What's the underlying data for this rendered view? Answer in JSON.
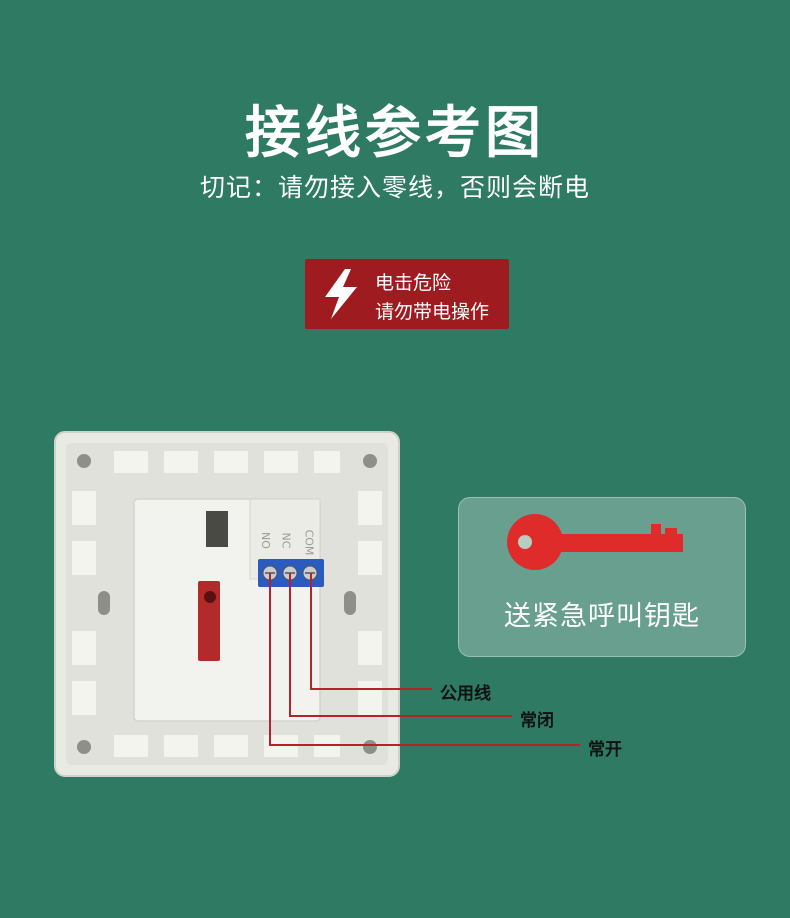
{
  "heading": {
    "title": "接线参考图",
    "subtitle": "切记：请勿接入零线，否则会断电"
  },
  "warning": {
    "line1": "电击危险",
    "line2": "请勿带电操作",
    "icon": "lightning-bolt-icon"
  },
  "key_card": {
    "label": "送紧急呼叫钥匙",
    "icon": "red-key-icon",
    "key_color": "#e02b2b"
  },
  "terminals": {
    "labels": [
      "NO",
      "NC",
      "COM"
    ]
  },
  "wires": [
    {
      "label": "公用线"
    },
    {
      "label": "常闭"
    },
    {
      "label": "常开"
    }
  ],
  "colors": {
    "background": "#2e7a63",
    "warning_bg": "#9e1b20",
    "wire": "#b3232b",
    "terminal": "#2a5bbf"
  }
}
